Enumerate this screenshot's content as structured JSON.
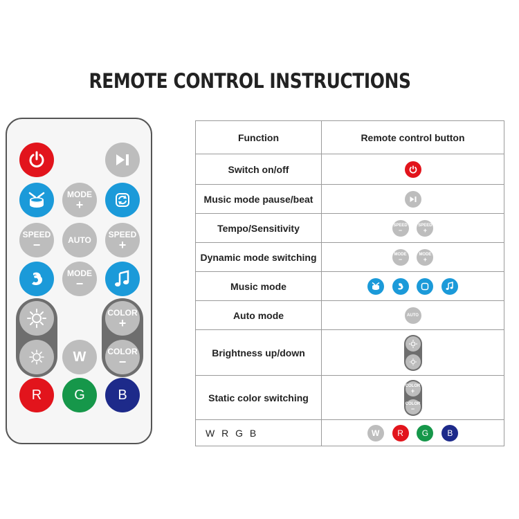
{
  "title": "REMOTE CONTROL INSTRUCTIONS",
  "remote": {
    "mode_plus": [
      "MODE",
      "+"
    ],
    "mode_minus": [
      "MODE",
      "−"
    ],
    "speed_minus": [
      "SPEED",
      "−"
    ],
    "speed_plus": [
      "SPEED",
      "+"
    ],
    "auto": "AUTO",
    "color_plus": [
      "COLOR",
      "+"
    ],
    "color_minus": [
      "COLOR",
      "−"
    ],
    "w": "W",
    "r": "R",
    "g": "G",
    "b": "B"
  },
  "table": {
    "header": {
      "function": "Function",
      "button": "Remote control button"
    },
    "rows": [
      "Switch on/off",
      "Music mode pause/beat",
      "Tempo/Sensitivity",
      "Dynamic mode switching",
      "Music mode",
      "Auto mode",
      "Brightness up/down",
      "Static color switching",
      "W R G B"
    ]
  },
  "colors": {
    "red": "#e2141c",
    "grey": "#bdbdbd",
    "blue": "#1b9ad9",
    "green": "#16974a",
    "navy": "#1d2a8a",
    "pill": "#6e6e6e"
  },
  "icons": [
    "power-icon",
    "play-pause-icon",
    "drum-icon",
    "cycle-icon",
    "arm-icon",
    "music-note-icon",
    "sun-large-icon",
    "sun-small-icon"
  ]
}
